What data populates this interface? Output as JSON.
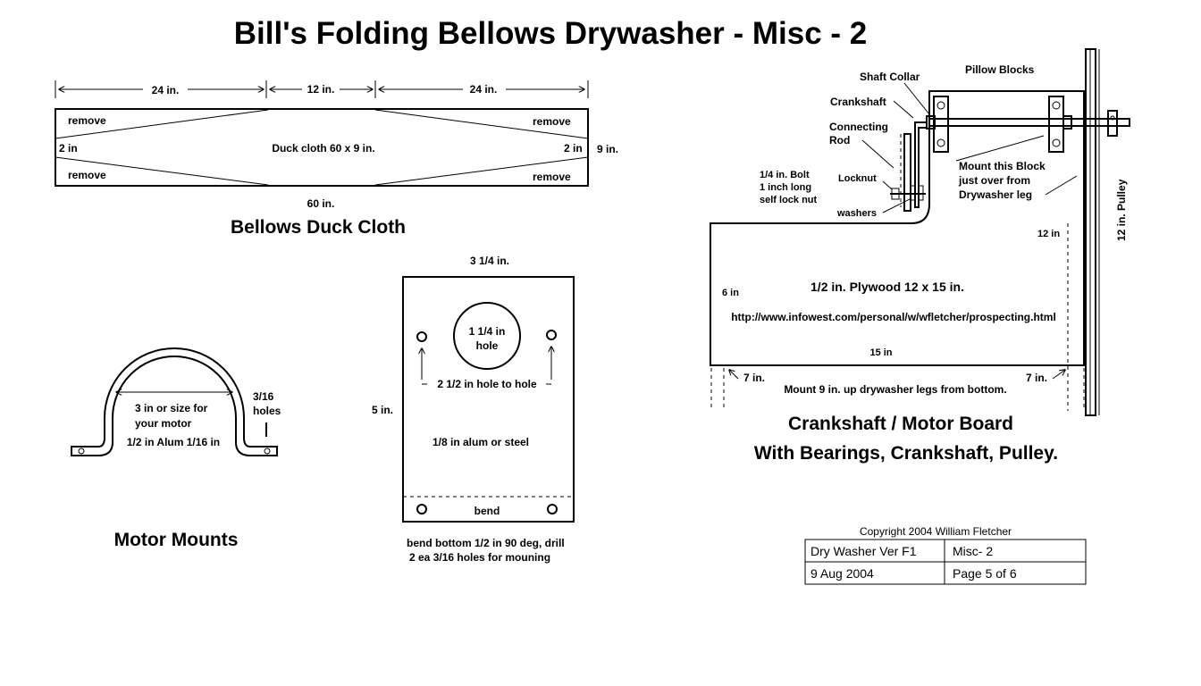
{
  "title": "Bill's Folding Bellows Drywasher -  Misc - 2",
  "bellows": {
    "dim_left": "24 in.",
    "dim_mid": "12 in.",
    "dim_right": "24 in.",
    "remove_tl": "remove",
    "remove_tr": "remove",
    "remove_bl": "remove",
    "remove_br": "remove",
    "left_2in": "2 in",
    "right_2in": "2 in",
    "center": "Duck cloth 60 x 9 in.",
    "height": "9 in.",
    "width": "60 in.",
    "caption": "Bellows Duck Cloth"
  },
  "motor_mount": {
    "size_label_1": "3 in or size for",
    "size_label_2": "your motor",
    "material": "1/2 in Alum 1/16 in",
    "holes_1": "3/16",
    "holes_2": "holes",
    "caption": "Motor Mounts"
  },
  "plate": {
    "width": "3 1/4 in.",
    "height": "5 in.",
    "hole_1": "1 1/4 in",
    "hole_2": "hole",
    "hole_spacing": "2 1/2 in hole to hole",
    "material": "1/8 in alum or steel",
    "bend": "bend",
    "note_1": "bend bottom 1/2 in 90 deg, drill",
    "note_2": "2 ea 3/16 holes for mouning"
  },
  "crank": {
    "shaft_collar": "Shaft Collar",
    "pillow_blocks": "Pillow Blocks",
    "crankshaft": "Crankshaft",
    "connecting_1": "Connecting",
    "connecting_2": "Rod",
    "bolt_1": "1/4 in. Bolt",
    "bolt_2": "1 inch long",
    "bolt_3": "self lock nut",
    "locknut": "Locknut",
    "washers": "washers",
    "mount_1": "Mount this Block",
    "mount_2": "just over from",
    "mount_3": "Drywasher leg",
    "pulley": "12 in. Pulley",
    "dim_12": "12 in",
    "dim_6": "6 in",
    "plywood": "1/2 in. Plywood 12 x 15 in.",
    "url": "http://www.infowest.com/personal/w/wfletcher/prospecting.html",
    "dim_15": "15 in",
    "dim_7_left": "7 in.",
    "dim_7_right": "7 in.",
    "mount_note": "Mount 9 in. up drywasher legs from bottom.",
    "caption_1": "Crankshaft / Motor  Board",
    "caption_2": "With Bearings, Crankshaft, Pulley."
  },
  "titleblock": {
    "copyright": "Copyright  2004  William Fletcher",
    "r1c1": "Dry Washer Ver F1",
    "r1c2": "Misc- 2",
    "r2c1": "9 Aug 2004",
    "r2c2": "Page 5 of  6"
  }
}
